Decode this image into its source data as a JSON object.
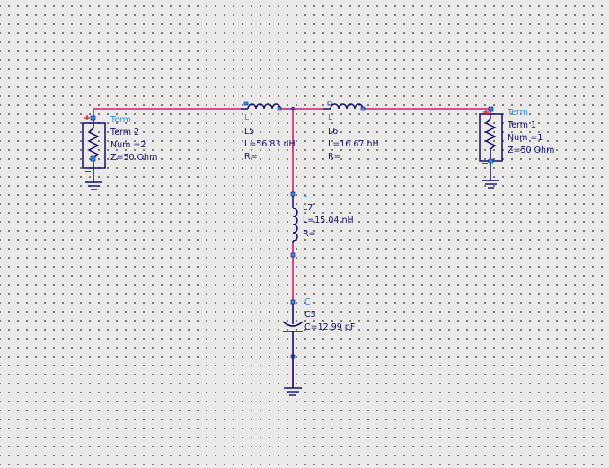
{
  "schematic": {
    "colors": {
      "wire": "#d01a72",
      "component": "#10106e",
      "label": "#10106e",
      "type_label": "#2f8fe0",
      "pin": "#d8233a",
      "node": "#2f3fbf"
    },
    "components": {
      "term2": {
        "type": "Term",
        "name": "Term 2",
        "num": "Num =2",
        "z": "Z=50 Ohm",
        "icon": "port-resistor-icon"
      },
      "term1": {
        "type": "Term",
        "name": "Term 1",
        "num": "Num =1",
        "z": "Z=50 Ohm",
        "icon": "port-resistor-icon"
      },
      "l5": {
        "type": "L",
        "name": "L5",
        "value": "L=56.83 nH",
        "r": "R=",
        "icon": "inductor-icon"
      },
      "l6": {
        "type": "L",
        "name": "L6",
        "value": "L=16.67 nH",
        "r": "R=",
        "icon": "inductor-icon"
      },
      "l7": {
        "type": "L",
        "name": "L7",
        "value": "L=15.04 nH",
        "r": "R=",
        "icon": "inductor-icon"
      },
      "c5": {
        "type": "C",
        "name": "C5",
        "value": "C=12.99 pF",
        "icon": "capacitor-icon"
      }
    },
    "grounds": [
      "ground-icon",
      "ground-icon",
      "ground-icon"
    ]
  }
}
